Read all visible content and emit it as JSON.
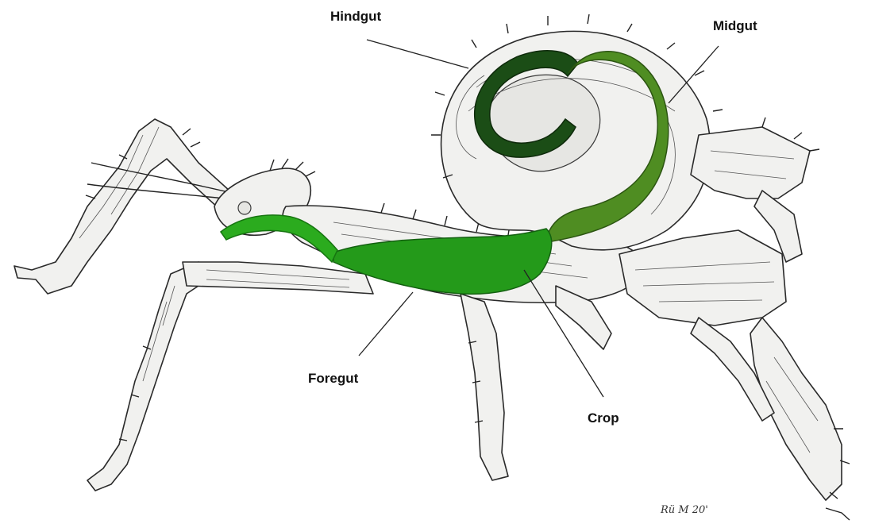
{
  "labels": {
    "hindgut": "Hindgut",
    "midgut": "Midgut",
    "foregut": "Foregut",
    "crop": "Crop"
  },
  "signature": "Rü M 20'",
  "colors": {
    "foregut": "#2bab1e",
    "crop": "#249a1a",
    "midgut": "#4f8d22",
    "hindgut": "#1b4d16",
    "background": "#ffffff",
    "ink": "#222222"
  }
}
